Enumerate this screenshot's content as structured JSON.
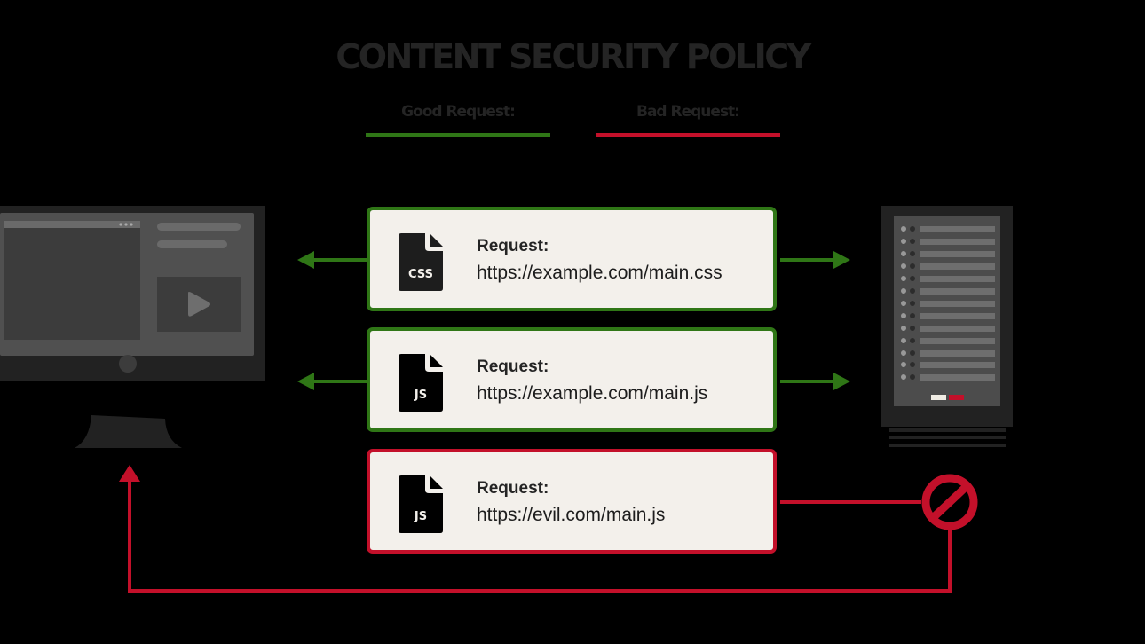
{
  "title": "CONTENT SECURITY POLICY",
  "legend": {
    "good": {
      "label": "Good Request:",
      "color": "#2f7616"
    },
    "bad": {
      "label": "Bad Request:",
      "color": "#c3102a"
    }
  },
  "requests": [
    {
      "status": "good",
      "file_type": "CSS",
      "label": "Request:",
      "url": "https://example.com/main.css"
    },
    {
      "status": "good",
      "file_type": "JS",
      "label": "Request:",
      "url": "https://example.com/main.js"
    },
    {
      "status": "bad",
      "file_type": "JS",
      "label": "Request:",
      "url": "https://evil.com/main.js"
    }
  ],
  "nodes": {
    "client": "computer-monitor-icon",
    "server": "server-rack-icon",
    "blocked": "blocked-icon"
  }
}
